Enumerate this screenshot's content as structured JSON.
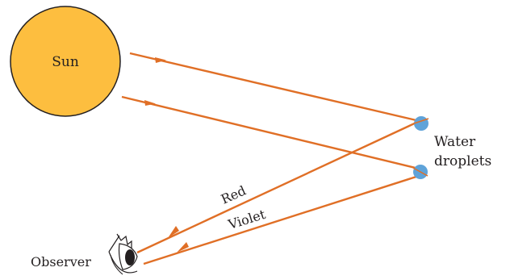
{
  "labels": {
    "sun": "Sun",
    "water_droplets_line1": "Water",
    "water_droplets_line2": "droplets",
    "red": "Red",
    "violet": "Violet",
    "observer": "Observer"
  },
  "colors": {
    "sun_fill": "#fdbe3f",
    "sun_stroke": "#231f20",
    "ray": "#e06f26",
    "droplet": "#5fa3d9",
    "text": "#231f20"
  },
  "icons": {
    "sun": "sun-circle",
    "droplet": "droplet-circle",
    "observer": "eye-icon"
  }
}
